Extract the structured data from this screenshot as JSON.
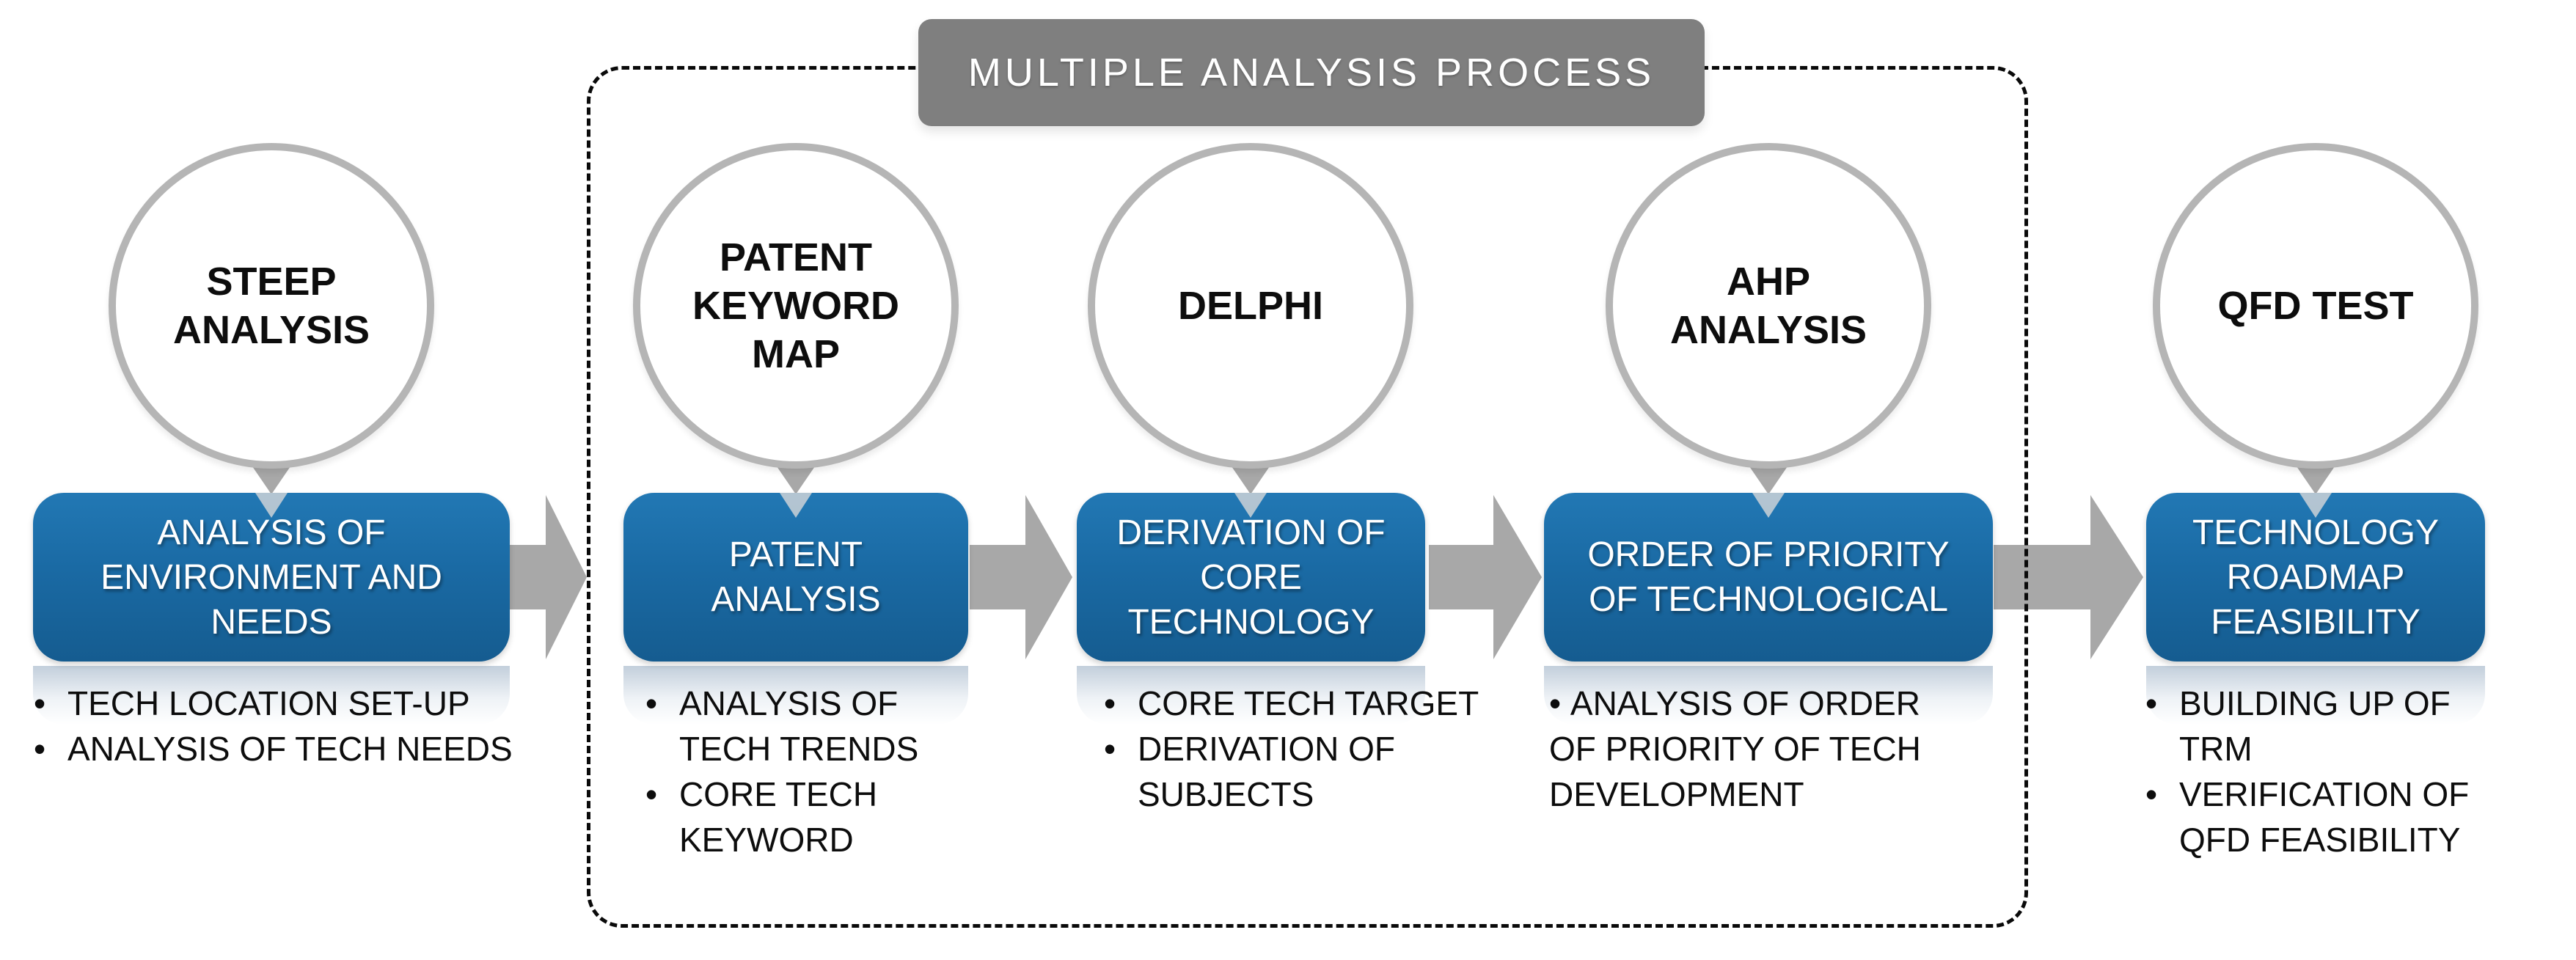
{
  "title": {
    "label": "MULTIPLE ANALYSIS PROCESS"
  },
  "container": {
    "description": "dashed rounded rectangle grouping the middle three analysis stages"
  },
  "colors": {
    "box_blue": "#1a6aa4",
    "arrow_gray": "#a8a8a8",
    "circle_border_gray": "#b5b5b5",
    "title_gray": "#7f7f7f",
    "dashed_border": "#0a0a0a",
    "circle_text": "#0d0d0d",
    "box_text": "#ffffff"
  },
  "steps": [
    {
      "id": "steep-analysis",
      "circle_lines": [
        "STEEP",
        "ANALYSIS"
      ],
      "box_lines": [
        "ANALYSIS OF",
        "ENVIRONMENT AND",
        "NEEDS"
      ],
      "bullets": [
        {
          "lines": [
            "TECH LOCATION SET-UP"
          ]
        },
        {
          "lines": [
            "ANALYSIS OF TECH NEEDS"
          ]
        }
      ]
    },
    {
      "id": "patent-keyword-map",
      "circle_lines": [
        "PATENT",
        "KEYWORD",
        "MAP"
      ],
      "box_lines": [
        "PATENT",
        "ANALYSIS"
      ],
      "bullets": [
        {
          "lines": [
            "ANALYSIS OF",
            "TECH TRENDS"
          ]
        },
        {
          "lines": [
            "CORE TECH",
            "KEYWORD"
          ]
        }
      ]
    },
    {
      "id": "delphi",
      "circle_lines": [
        "DELPHI"
      ],
      "box_lines": [
        "DERIVATION OF",
        "CORE",
        "TECHNOLOGY"
      ],
      "bullets": [
        {
          "lines": [
            "CORE TECH TARGET"
          ]
        },
        {
          "lines": [
            "DERIVATION OF",
            "SUBJECTS"
          ]
        }
      ]
    },
    {
      "id": "ahp-analysis",
      "circle_lines": [
        "AHP",
        "ANALYSIS"
      ],
      "box_lines": [
        "ORDER OF PRIORITY",
        "OF TECHNOLOGICAL"
      ],
      "bullets": [
        {
          "lines": [
            "ANALYSIS OF ORDER",
            "OF PRIORITY OF TECH",
            "DEVELOPMENT"
          ]
        }
      ]
    },
    {
      "id": "qfd-test",
      "circle_lines": [
        "QFD TEST"
      ],
      "box_lines": [
        "TECHNOLOGY",
        "ROADMAP",
        "FEASIBILITY"
      ],
      "bullets": [
        {
          "lines": [
            "BUILDING UP OF",
            "TRM"
          ]
        },
        {
          "lines": [
            "VERIFICATION OF",
            "QFD FEASIBILITY"
          ]
        }
      ]
    }
  ]
}
